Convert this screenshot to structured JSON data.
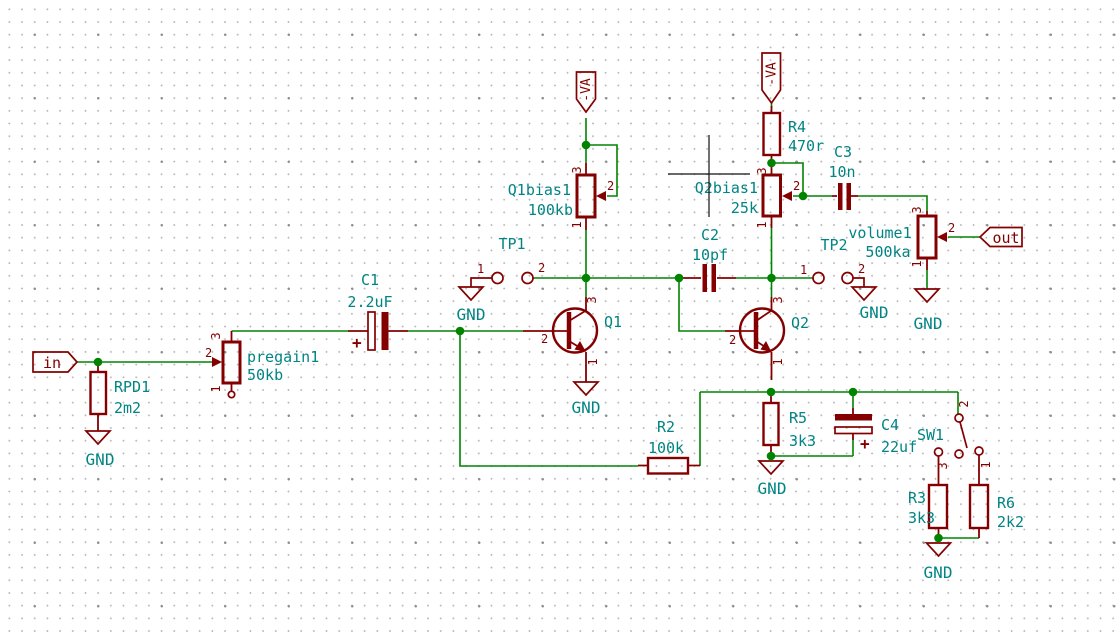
{
  "colors": {
    "wire_green": "#008400",
    "symbol_maroon": "#840000",
    "field_teal": "#008484",
    "background": "#ffffff",
    "grid_dot": "#b9b9b9",
    "cursor_black": "#111111"
  },
  "net_labels": {
    "gnd": "GND",
    "in": "in",
    "out": "out"
  },
  "power_labels": {
    "neg_va": "-VA"
  },
  "pin_numbers": {
    "n1": "1",
    "n2": "2",
    "n3": "3"
  },
  "symbols": {
    "plus": "+"
  },
  "components": {
    "rpd1": {
      "ref": "RPD1",
      "value": "2m2"
    },
    "pregain1": {
      "ref": "pregain1",
      "value": "50kb"
    },
    "c1": {
      "ref": "C1",
      "value": "2.2uF"
    },
    "q1bias1": {
      "ref": "Q1bias1",
      "value": "100kb"
    },
    "tp1": {
      "ref": "TP1"
    },
    "q1": {
      "ref": "Q1"
    },
    "c2": {
      "ref": "C2",
      "value": "10pf"
    },
    "r4": {
      "ref": "R4",
      "value": "470r"
    },
    "q2bias1": {
      "ref": "Q2bias1",
      "value": "25k"
    },
    "c3": {
      "ref": "C3",
      "value": "10n"
    },
    "tp2": {
      "ref": "TP2"
    },
    "q2": {
      "ref": "Q2"
    },
    "volume1": {
      "ref": "volume1",
      "value": "500ka"
    },
    "r2": {
      "ref": "R2",
      "value": "100k"
    },
    "r5": {
      "ref": "R5",
      "value": "3k3"
    },
    "c4": {
      "ref": "C4",
      "value": "22uf"
    },
    "sw1": {
      "ref": "SW1"
    },
    "r3": {
      "ref": "R3",
      "value": "3k3"
    },
    "r6": {
      "ref": "R6",
      "value": "2k2"
    }
  }
}
